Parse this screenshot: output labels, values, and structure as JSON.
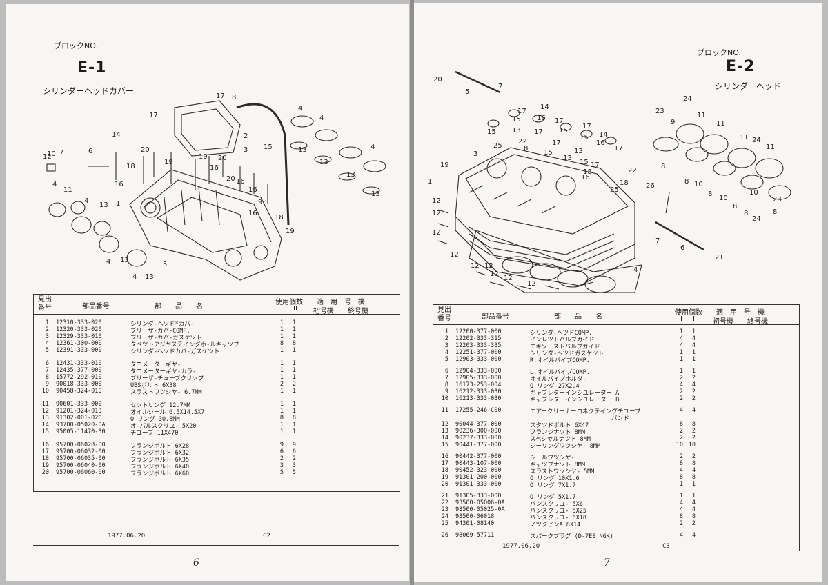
{
  "left": {
    "block_label": "ブロックNO.",
    "block_id": "E-1",
    "section_title": "シリンダーヘッドカバー",
    "callouts": [
      "17",
      "8",
      "17",
      "2",
      "3",
      "15",
      "4",
      "4",
      "4",
      "13",
      "13",
      "13",
      "13",
      "14",
      "6",
      "20",
      "20",
      "19",
      "19",
      "16",
      "16",
      "16",
      "16",
      "18",
      "20",
      "9",
      "18",
      "19",
      "1",
      "16",
      "7",
      "10",
      "12",
      "4",
      "11",
      "4",
      "13",
      "4",
      "13",
      "4",
      "13",
      "5"
    ],
    "header": {
      "ref": "見出番号",
      "part_no": "部品番号",
      "part_name": "部　　品　　名",
      "qty": "使用個数",
      "qty_cols": [
        "I",
        "II"
      ],
      "applic": "適　用　号　機",
      "first": "初号機",
      "last": "終号機"
    },
    "rows": [
      {
        "n": "1",
        "p": "12310-333-020",
        "name": "シリンダ-ヘツド*カバ-",
        "a": "1",
        "b": "1"
      },
      {
        "n": "2",
        "p": "12320-333-020",
        "name": "ブリーザ-カバ-COMP.",
        "a": "1",
        "b": "1"
      },
      {
        "n": "3",
        "p": "12329-333-010",
        "name": "ブリーザ-カバ-ガスケツト",
        "a": "1",
        "b": "1"
      },
      {
        "n": "4",
        "p": "12361-300-000",
        "name": "タベツトアジヤステイングホ-ルキャツプ",
        "a": "8",
        "b": "8"
      },
      {
        "n": "5",
        "p": "12391-333-000",
        "name": "シリンダ-ヘツドカバ-ガスケツト",
        "a": "1",
        "b": "1"
      },
      {
        "n": "6",
        "p": "12431-333-010",
        "name": "タコメーターギヤ-",
        "a": "1",
        "b": "1"
      },
      {
        "n": "7",
        "p": "12435-377-000",
        "name": "タコメーターギヤ-カラ-",
        "a": "1",
        "b": "1"
      },
      {
        "n": "8",
        "p": "15772-292-010",
        "name": "ブリーザ-チューブクリツプ",
        "a": "1",
        "b": "1"
      },
      {
        "n": "9",
        "p": "90018-333-000",
        "name": "UBSボルト 6X38",
        "a": "2",
        "b": "2"
      },
      {
        "n": "10",
        "p": "90458-324-010",
        "name": "スラストワツシヤ- 6.7MM",
        "a": "1",
        "b": "1"
      },
      {
        "n": "11",
        "p": "90601-333-000",
        "name": "セツトリング 12.7MM",
        "a": "1",
        "b": "1"
      },
      {
        "n": "12",
        "p": "91201-324-013",
        "name": "オイルシール 6.5X14.5X7",
        "a": "1",
        "b": "1"
      },
      {
        "n": "13",
        "p": "91302-001-02C",
        "name": "O リング 30.8MM",
        "a": "8",
        "b": "8"
      },
      {
        "n": "14",
        "p": "93700-05020-0A",
        "name": "オ-バルスクリユ- 5X20",
        "a": "1",
        "b": "1"
      },
      {
        "n": "15",
        "p": "95005-11470-30",
        "name": "チユーブ 11X470",
        "a": "1",
        "b": "1"
      },
      {
        "n": "16",
        "p": "95700-06028-00",
        "name": "フランジボルト 6X28",
        "a": "9",
        "b": "9"
      },
      {
        "n": "17",
        "p": "95700-06032-00",
        "name": "フランジボルト 6X32",
        "a": "6",
        "b": "6"
      },
      {
        "n": "18",
        "p": "95700-06035-00",
        "name": "フランジボルト 6X35",
        "a": "2",
        "b": "2"
      },
      {
        "n": "19",
        "p": "95700-06040-00",
        "name": "フランジボルト 6X40",
        "a": "3",
        "b": "3"
      },
      {
        "n": "20",
        "p": "95700-06060-00",
        "name": "フランジボルト 6X60",
        "a": "5",
        "b": "5"
      }
    ],
    "date": "1977.06.20",
    "code": "C2",
    "page_number": "6"
  },
  "right": {
    "block_label": "ブロックNO.",
    "block_id": "E-2",
    "section_title": "シリンダーヘッド",
    "callouts": [
      "20",
      "5",
      "7",
      "17",
      "14",
      "15",
      "16",
      "17",
      "15",
      "13",
      "17",
      "15",
      "17",
      "15",
      "14",
      "25",
      "22",
      "8",
      "13",
      "17",
      "16",
      "3",
      "15",
      "13",
      "17",
      "15",
      "18",
      "17",
      "19",
      "16",
      "1",
      "25",
      "22",
      "18",
      "26",
      "12",
      "12",
      "12",
      "12",
      "12",
      "12",
      "12",
      "12",
      "12",
      "4",
      "24",
      "23",
      "9",
      "11",
      "11",
      "11",
      "24",
      "11",
      "8",
      "8",
      "10",
      "8",
      "10",
      "8",
      "8",
      "10",
      "8",
      "24",
      "23",
      "6",
      "7",
      "21"
    ],
    "header": {
      "ref": "見出番号",
      "part_no": "部品番号",
      "part_name": "部　　品　　名",
      "qty": "使用個数",
      "qty_cols": [
        "I",
        "II"
      ],
      "applic": "適　用　号　機",
      "first": "初号機",
      "last": "終号機"
    },
    "rows": [
      {
        "n": "1",
        "p": "12200-377-000",
        "name": "シリンダ-ヘツドCOMP.",
        "a": "1",
        "b": "1"
      },
      {
        "n": "2",
        "p": "12202-333-315",
        "name": "インレツトバルブガイド",
        "a": "4",
        "b": "4"
      },
      {
        "n": "3",
        "p": "12203-333-335",
        "name": "エキゾーストバルブガイド",
        "a": "4",
        "b": "4"
      },
      {
        "n": "4",
        "p": "12251-377-000",
        "name": "シリンダ-ヘツドガスケツト",
        "a": "1",
        "b": "1"
      },
      {
        "n": "5",
        "p": "12903-333-000",
        "name": "R.オイルパイプCOMP.",
        "a": "1",
        "b": "1"
      },
      {
        "n": "6",
        "p": "12904-333-000",
        "name": "L.オイルパイプCOMP.",
        "a": "1",
        "b": "1"
      },
      {
        "n": "7",
        "p": "12905-333-000",
        "name": "オイルパイプホルダ-",
        "a": "2",
        "b": "2"
      },
      {
        "n": "8",
        "p": "16173-253-004",
        "name": "O リング 27X2.4",
        "a": "4",
        "b": "4"
      },
      {
        "n": "9",
        "p": "16212-333-030",
        "name": "キャブレターインシユレーター A",
        "a": "2",
        "b": "2"
      },
      {
        "n": "10",
        "p": "16213-333-030",
        "name": "キャブレターインシユレーター B",
        "a": "2",
        "b": "2"
      },
      {
        "n": "11",
        "p": "17255-246-C00",
        "name": "エアークリーナーコネクテイングチユーブ",
        "name2": "バンド",
        "a": "4",
        "b": "4"
      },
      {
        "n": "12",
        "p": "90044-377-000",
        "name": "スタツドボルト 6X47",
        "a": "8",
        "b": "8"
      },
      {
        "n": "13",
        "p": "90236-300-000",
        "name": "フランジナツト 8MM",
        "a": "2",
        "b": "2"
      },
      {
        "n": "14",
        "p": "90237-333-000",
        "name": "スペシヤルナツト 8MM",
        "a": "2",
        "b": "2"
      },
      {
        "n": "15",
        "p": "90441-377-000",
        "name": "シーリングワツシヤ- 8MM",
        "a": "10",
        "b": "10"
      },
      {
        "n": "16",
        "p": "90442-377-000",
        "name": "シールワツシヤ-",
        "a": "2",
        "b": "2"
      },
      {
        "n": "17",
        "p": "90443-107-000",
        "name": "キャツプナツト 8MM",
        "a": "8",
        "b": "8"
      },
      {
        "n": "18",
        "p": "90452-323-000",
        "name": "スラストワツシヤ- 5MM",
        "a": "4",
        "b": "4"
      },
      {
        "n": "19",
        "p": "91301-200-000",
        "name": "O リング 10X1.6",
        "a": "8",
        "b": "8"
      },
      {
        "n": "20",
        "p": "91301-333-000",
        "name": "O リング 7X1.7",
        "a": "1",
        "b": "1"
      },
      {
        "n": "21",
        "p": "91305-333-000",
        "name": "O-リング 5X1.7",
        "a": "1",
        "b": "1"
      },
      {
        "n": "22",
        "p": "93500-05006-0A",
        "name": "パンスクリユ- 5X6",
        "a": "4",
        "b": "4"
      },
      {
        "n": "23",
        "p": "93500-05025-0A",
        "name": "パンスクリユ- 5X25",
        "a": "4",
        "b": "4"
      },
      {
        "n": "24",
        "p": "93500-06018",
        "name": "パンスクリユ- 6X18",
        "a": "8",
        "b": "8"
      },
      {
        "n": "25",
        "p": "94301-08140",
        "name": "ノツクピンA 8X14",
        "a": "2",
        "b": "2"
      },
      {
        "n": "26",
        "p": "98069-57711",
        "name": "スパークプラグ (D-7ES NGK)",
        "a": "4",
        "b": "4"
      }
    ],
    "date": "1977.06.20",
    "code": "C3",
    "page_number": "7"
  }
}
